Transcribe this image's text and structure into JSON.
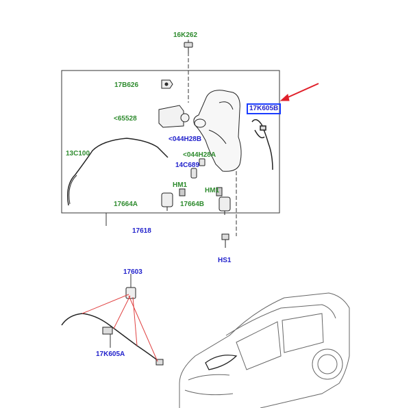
{
  "colors": {
    "primary_part": "#2e8b2e",
    "secondary_part": "#2222cc",
    "highlight_box": "#1a3cff",
    "pointer_arrow": "#e0202a",
    "callout_lines": "#e04040"
  },
  "labels": {
    "top_connector": "16K262",
    "pump_clip": "17B626",
    "bracket": "<65528",
    "grommet": "<044H28B",
    "highlighted_harness": "17K605B",
    "hose_left": "13C100",
    "cap_seal": "<044H28A",
    "pump_part": "14C689",
    "hose_clip_left": "HM1",
    "hose_clip_right": "HM1",
    "pump_left": "17664A",
    "pump_right": "17664B",
    "assembly": "17618",
    "bolt": "HS1",
    "harness_clip": "17603",
    "harness_lower": "17K605A"
  },
  "icons": {
    "pointer": "red-arrow-icon"
  }
}
